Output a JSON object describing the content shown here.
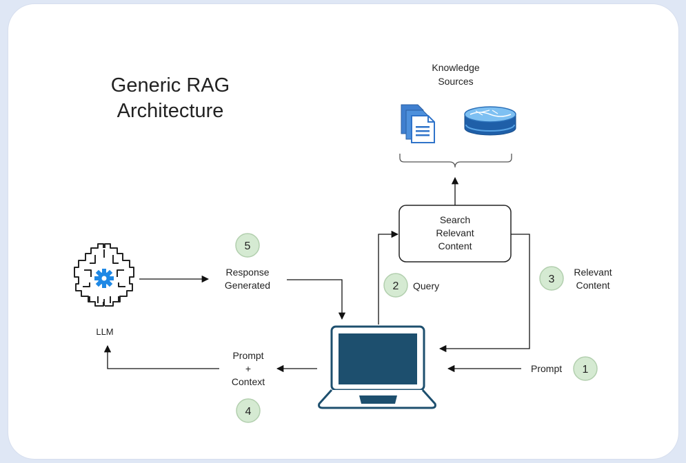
{
  "title": [
    "Generic RAG",
    "Architecture"
  ],
  "knowledge_sources": [
    "Knowledge",
    "Sources"
  ],
  "search_box": [
    "Search",
    "Relevant",
    "Content"
  ],
  "llm_label": "LLM",
  "response_label": [
    "Response",
    "Generated"
  ],
  "query_label": "Query",
  "relevant_label": [
    "Relevant",
    "Content"
  ],
  "prompt_label": "Prompt",
  "prompt_context_label": [
    "Prompt",
    "+",
    "Context"
  ],
  "steps": [
    "1",
    "2",
    "3",
    "4",
    "5"
  ],
  "colors": {
    "badge_fill": "#d5ead2",
    "badge_stroke": "#b2cfae",
    "laptop_screen": "#1d4f6e",
    "doc_blue": "#2f73c9",
    "db_blue": "#3a86d8",
    "llm_gear": "#1e88e5"
  },
  "icons": [
    "documents-icon",
    "database-icon",
    "llm-brain-icon",
    "laptop-icon"
  ]
}
